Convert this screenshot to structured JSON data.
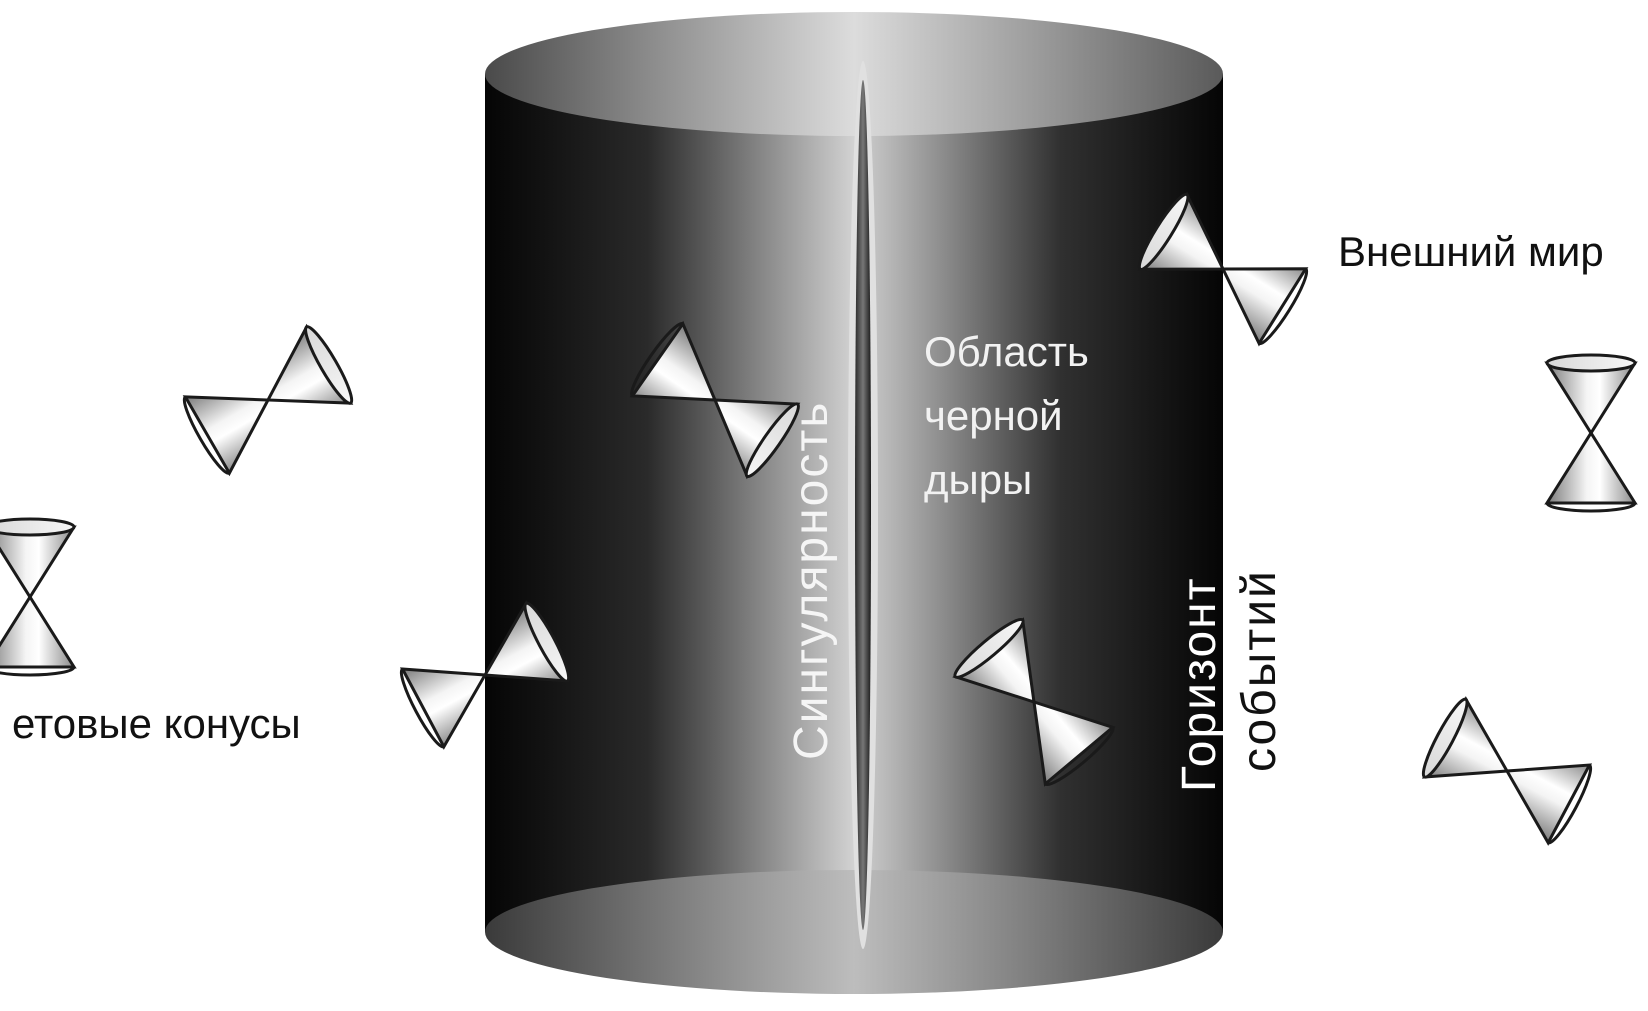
{
  "diagram": {
    "labels": {
      "outside_world": "Внешний мир",
      "light_cones": "етовые конусы",
      "black_hole_region": "Область черной дыры",
      "singularity": "Сингулярность",
      "horizon_line1": "Горизонт",
      "horizon_line2": "событий"
    },
    "colors": {
      "cylinder_dark": "#111111",
      "cylinder_light": "#cfcfcf",
      "cone_light": "#f2f2f2",
      "cone_shade": "#8a8a8a"
    },
    "icons": [
      "light-cone-icon"
    ]
  }
}
